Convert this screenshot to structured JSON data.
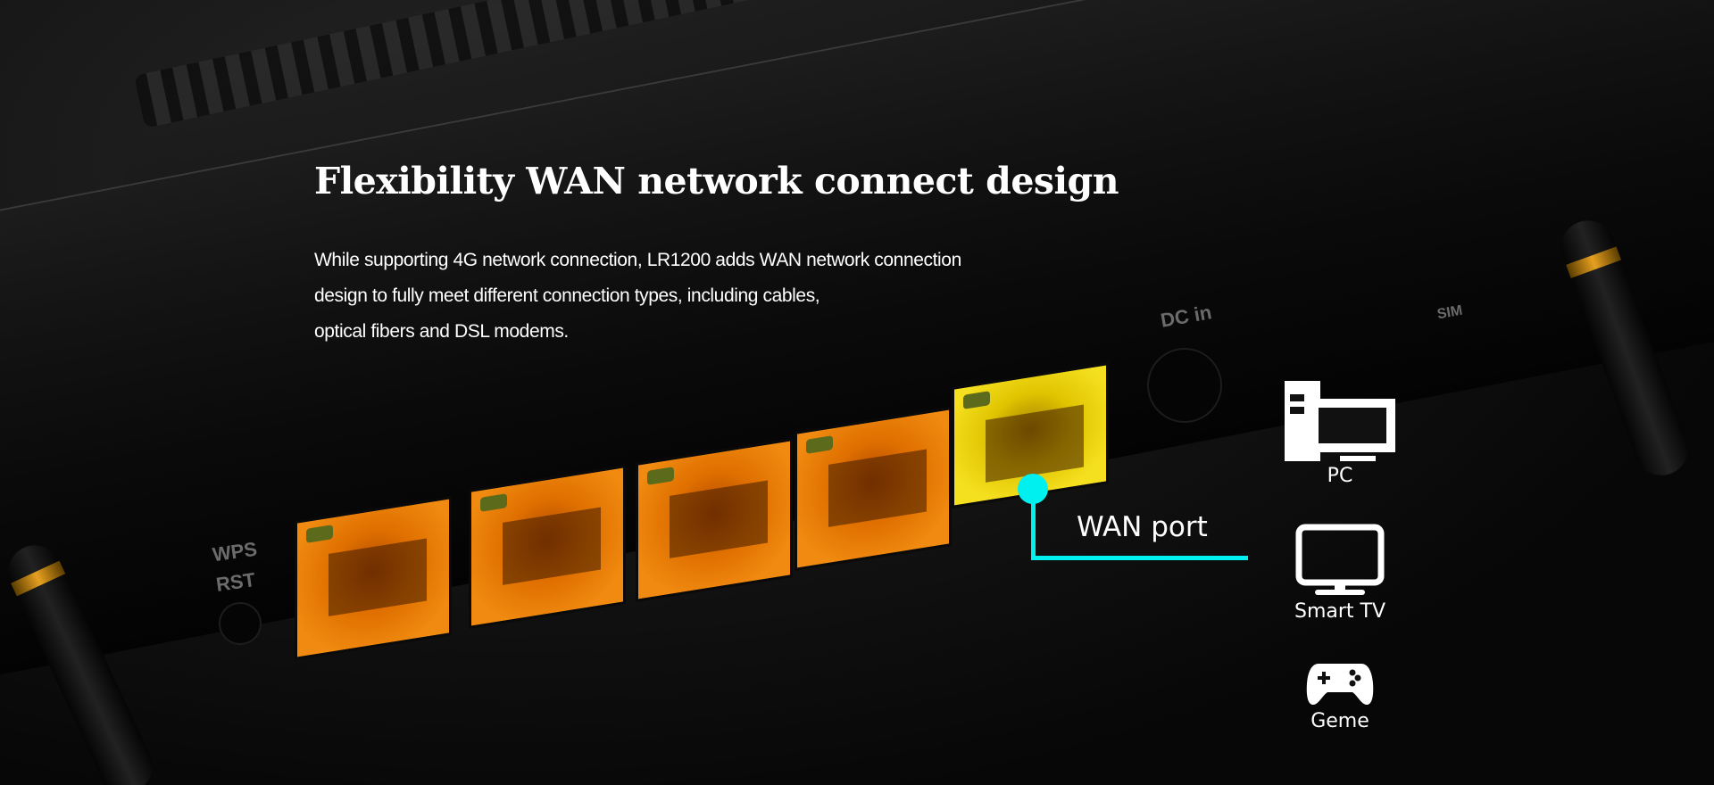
{
  "section": {
    "title": "Flexibility WAN network connect design",
    "description_lines": [
      "While supporting 4G network connection, LR1200 adds WAN network connection",
      "design to fully meet different connection types, including cables,",
      "optical fibers and DSL modems."
    ]
  },
  "router_labels": {
    "wps": "WPS",
    "rst": "RST",
    "dc_in": "DC in",
    "sim": "SIM"
  },
  "callout": {
    "label": "WAN port",
    "color": "#00f0f0"
  },
  "devices": [
    {
      "icon": "pc-icon",
      "label": "PC"
    },
    {
      "icon": "smart-tv-icon",
      "label": "Smart TV"
    },
    {
      "icon": "gamepad-icon",
      "label": "Geme"
    }
  ],
  "colors": {
    "background": "#050505",
    "lan_port": "#f08a10",
    "wan_port": "#f5e020",
    "text": "#ffffff"
  }
}
